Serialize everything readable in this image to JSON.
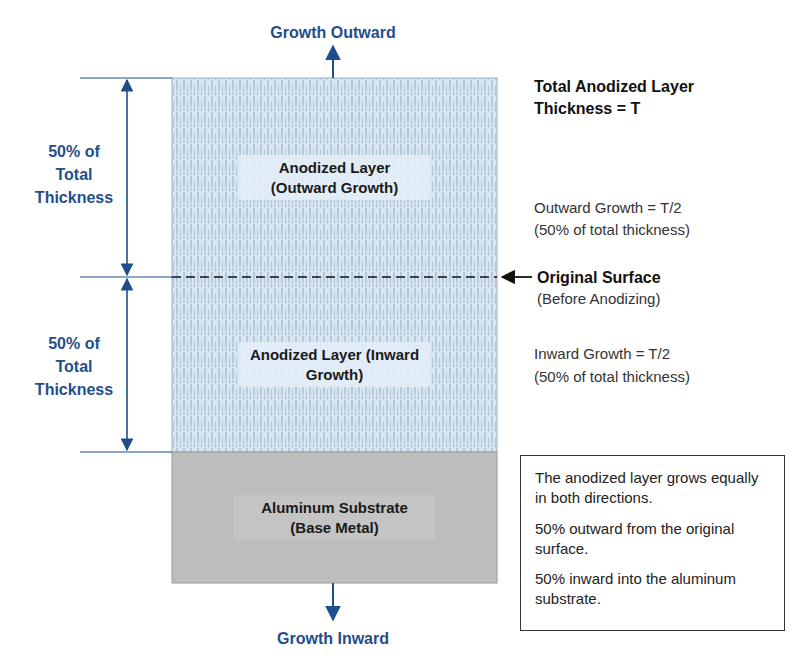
{
  "diagram": {
    "nodes": [
      {
        "text": [
          "Anodized Layer (Outward Growth)"
        ]
      },
      {
        "text": [
          "Anodized Layer (Inward Growth)"
        ]
      },
      {
        "text": [
          "Aluminum Substrate (Base Metal)"
        ]
      },
      {
        "text": [
          "The anodized layer grows equally in both directions.",
          "50% outward from the original surface.",
          "50% inward into the aluminum substrate."
        ]
      }
    ],
    "labels": [
      "Growth Outward",
      "50% of Total Thickness",
      "50% of Total Thickness",
      "Total Anodized Layer Thickness = T",
      "Outward Growth = T/2",
      "(50% of total thickness)",
      "Original Surface",
      "(Before Anodizing)",
      "Inward Growth = T/2",
      "(50% of total thickness)",
      "Growth Inward"
    ]
  }
}
